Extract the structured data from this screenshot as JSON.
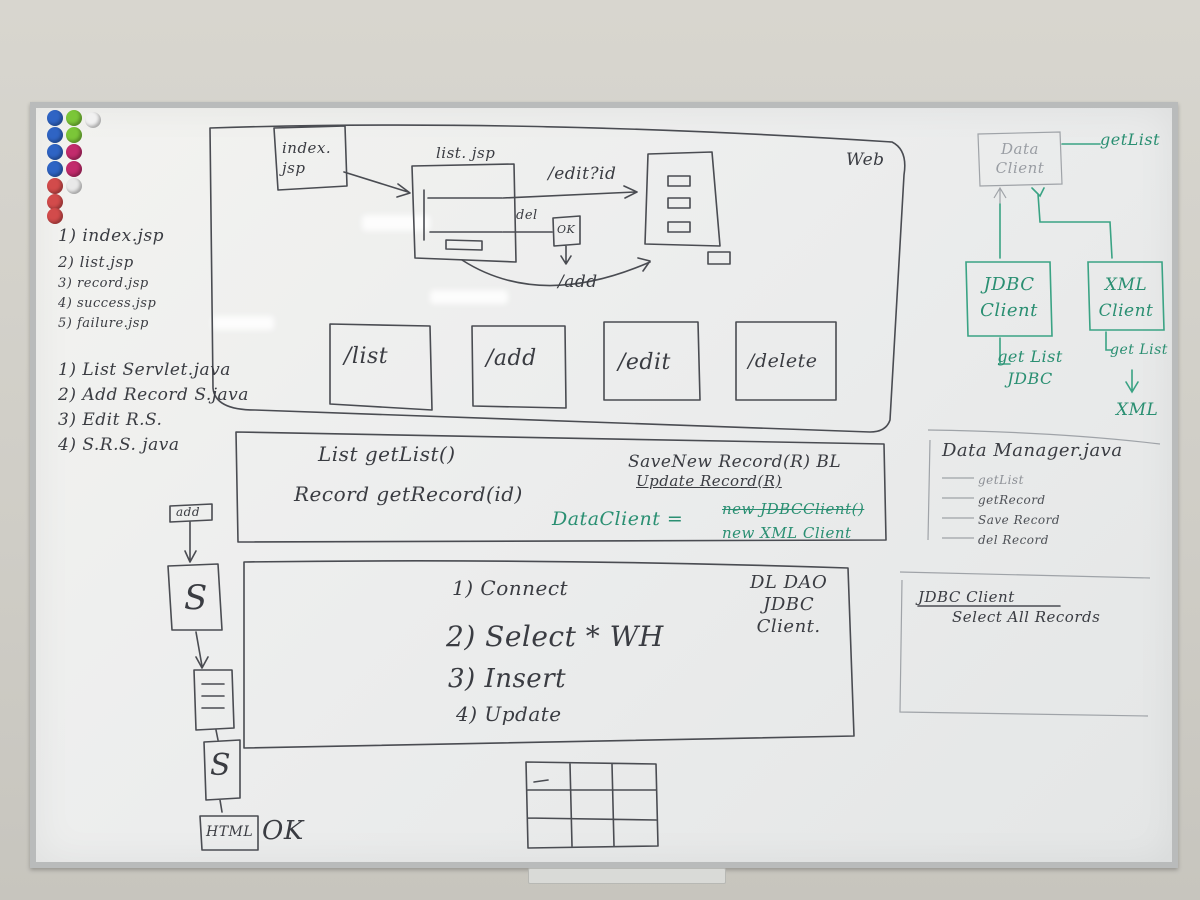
{
  "left_pages": [
    "1) index.jsp",
    "2) list.jsp",
    "3) record.jsp",
    "4) success.jsp",
    "5) failure.jsp"
  ],
  "left_servlets": [
    "1) List Servlet.java",
    "2) Add Record S.java",
    "3) Edit R.S.",
    "4) S.R.S. java"
  ],
  "web_section": {
    "label": "Web",
    "index_box": "index. jsp",
    "list_jsp": "list. jsp",
    "edit_link": "/edit?id",
    "del_link": "del",
    "ok_label": "OK",
    "add_link": "/add",
    "servlets": [
      "/list",
      "/add",
      "/edit",
      "/delete"
    ]
  },
  "bl_section": {
    "methods": [
      "List getList()",
      "Record getRecord(id)"
    ],
    "writes": [
      "SaveNew Record(R) BL",
      "Update Record(R)"
    ],
    "assign_left": "DataClient =",
    "assign_struck": "new JDBCClient()",
    "assign_new": "new XML Client"
  },
  "dl_section": {
    "steps": [
      "1) Connect",
      "2) Select * WH",
      "3) Insert",
      "4) Update"
    ],
    "label": [
      "DL DAO",
      "JDBC",
      "Client."
    ]
  },
  "flow": {
    "add_box": "add",
    "s_top": "S",
    "s_bottom": "S",
    "html_label": "HTML",
    "ok": "OK"
  },
  "right_diagram": {
    "data_client": "Data Client",
    "get_list": "getList",
    "jdbc_client": "JDBC Client",
    "xml_client": "XML Client",
    "jdbc_note": "get List JDBC",
    "xml_note": "get List",
    "xml_target": "XML"
  },
  "data_manager": {
    "title": "Data Manager.java",
    "items": [
      "getList",
      "getRecord",
      "Save Record",
      "del Record"
    ]
  },
  "jdbc_note": {
    "title": "JDBC Client",
    "line": "Select All Records"
  }
}
